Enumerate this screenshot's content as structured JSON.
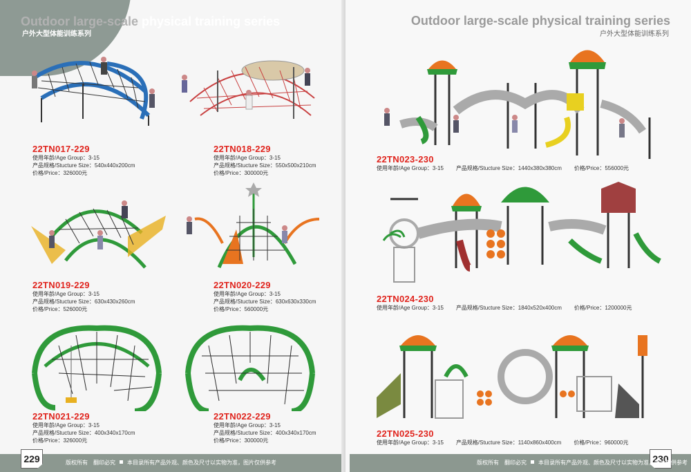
{
  "series": {
    "title_left_gray": "Outdoor large-scale",
    "title_left_white": " physical training series",
    "title_right": "Outdoor large-scale physical training series",
    "subtitle_cn": "户外大型体能训练系列"
  },
  "labels": {
    "age": "使用年龄/Age Group：",
    "size": "产品规格/Stucture Size：",
    "price": "价格/Price："
  },
  "left_page": {
    "page_number": "229",
    "products": [
      {
        "code": "22TN017-229",
        "age": "3-15",
        "size": "540x440x200cm",
        "price": "326000元"
      },
      {
        "code": "22TN018-229",
        "age": "3-15",
        "size": "550x500x210cm",
        "price": "300000元"
      },
      {
        "code": "22TN019-229",
        "age": "3-15",
        "size": "630x430x260cm",
        "price": "526000元"
      },
      {
        "code": "22TN020-229",
        "age": "3-15",
        "size": "630x630x330cm",
        "price": "560000元"
      },
      {
        "code": "22TN021-229",
        "age": "3-15",
        "size": "400x340x170cm",
        "price": "326000元"
      },
      {
        "code": "22TN022-229",
        "age": "3-15",
        "size": "400x340x170cm",
        "price": "300000元"
      }
    ]
  },
  "right_page": {
    "page_number": "230",
    "products": [
      {
        "code": "22TN023-230",
        "age": "3-15",
        "size": "1440x380x380cm",
        "price": "556000元"
      },
      {
        "code": "22TN024-230",
        "age": "3-15",
        "size": "1840x520x400cm",
        "price": "1200000元"
      },
      {
        "code": "22TN025-230",
        "age": "3-15",
        "size": "1140x860x400cm",
        "price": "960000元"
      }
    ]
  },
  "footer": {
    "copyright": "版权所有　翻印必究",
    "disclaimer": "本目录所有产品外观、颜色及尺寸以实物为准，图片仅供参考"
  },
  "colors": {
    "accent_red": "#e0241d",
    "footer_gray": "#8c9890",
    "frame_green": "#2f9a3a",
    "frame_blue": "#2a6fb8",
    "net_dark": "#2a2a2a",
    "rope_red": "#c84040",
    "canopy_orange": "#e87420"
  }
}
